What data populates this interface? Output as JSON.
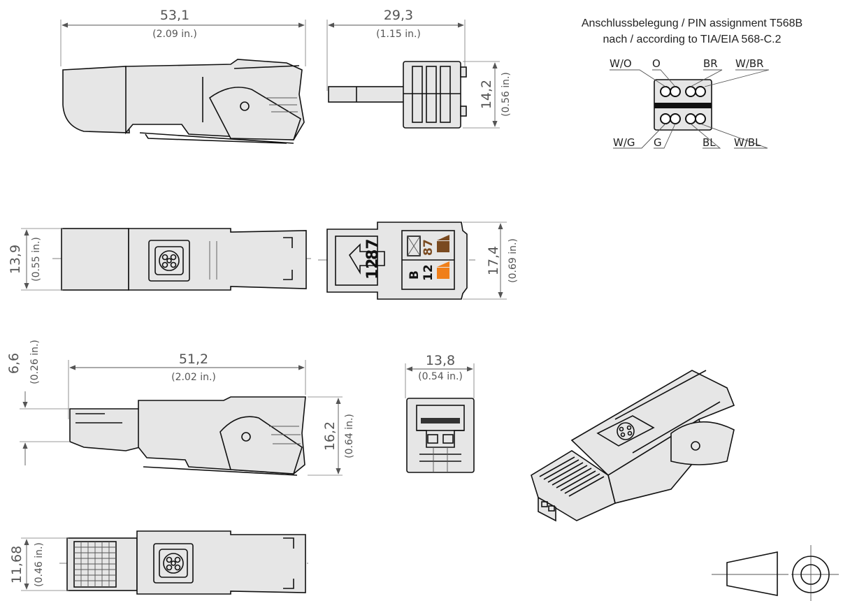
{
  "pin_assignment": {
    "title_line1": "Anschlussbelegung / PIN assignment T568B",
    "title_line2": "nach / according to TIA/EIA 568-C.2",
    "labels": {
      "w_o": "W/O",
      "o": "O",
      "br": "BR",
      "w_br": "W/BR",
      "w_g": "W/G",
      "g": "G",
      "bl": "BL",
      "w_bl": "W/BL"
    }
  },
  "dimensions": {
    "length_top": {
      "mm": "53,1",
      "inch": "(2.09 in.)"
    },
    "length_front": {
      "mm": "29,3",
      "inch": "(1.15 in.)"
    },
    "height_front": {
      "mm": "14,2",
      "inch": "(0.56 in.)"
    },
    "width_top_view": {
      "mm": "13,9",
      "inch": "(0.55 in.)"
    },
    "width_open_view": {
      "mm": "17,4",
      "inch": "(0.69 in.)"
    },
    "offset_side": {
      "mm": "6,6",
      "inch": "(0.26 in.)"
    },
    "length_side": {
      "mm": "51,2",
      "inch": "(2.02 in.)"
    },
    "height_side": {
      "mm": "16,2",
      "inch": "(0.64 in.)"
    },
    "width_end": {
      "mm": "13,8",
      "inch": "(0.54 in.)"
    },
    "width_bottom": {
      "mm": "11,68",
      "inch": "(0.46 in.)"
    }
  },
  "connector_markings": {
    "pins_left": "12",
    "pins_right": "87",
    "colored_top": "87",
    "colored_bottom": "12",
    "standard_letter": "B"
  },
  "colors": {
    "brown": "#7a4a20",
    "orange": "#f07f1a",
    "outline": "#111111",
    "dimension": "#555555"
  }
}
